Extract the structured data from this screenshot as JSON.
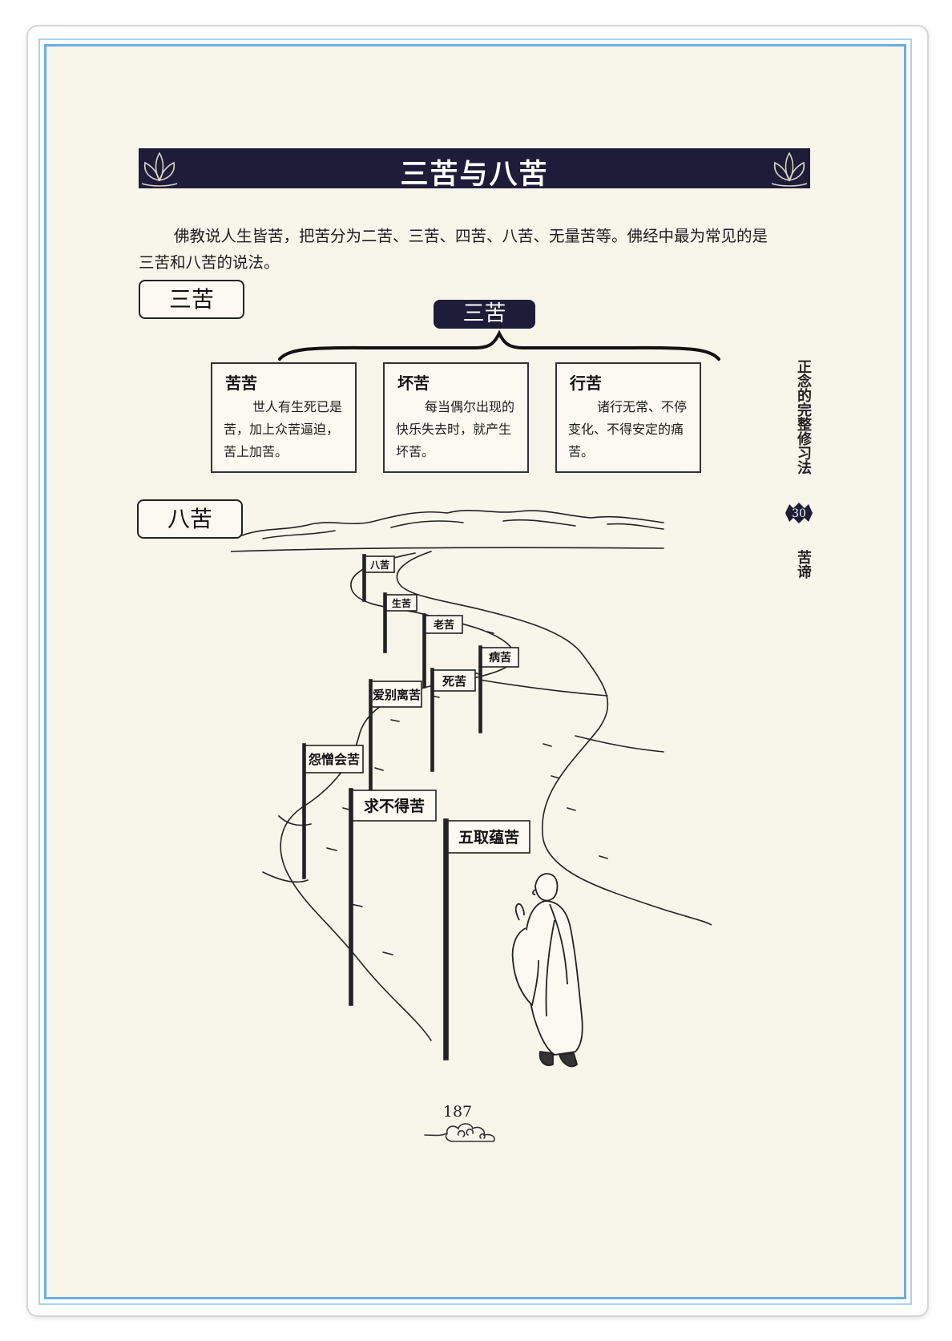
{
  "title": "三苦与八苦",
  "intro": "佛教说人生皆苦，把苦分为二苦、三苦、四苦、八苦、无量苦等。佛经中最为常见的是三苦和八苦的说法。",
  "sections": {
    "three": {
      "label": "三苦",
      "center_label": "三苦"
    },
    "eight": {
      "label": "八苦"
    }
  },
  "three_boxes": [
    {
      "title": "苦苦",
      "text": "世人有生死已是苦，加上众苦逼迫，苦上加苦。"
    },
    {
      "title": "坏苦",
      "text": "每当偶尔出现的快乐失去时，就产生坏苦。"
    },
    {
      "title": "行苦",
      "text": "诸行无常、不停变化、不得安定的痛苦。"
    }
  ],
  "signs": [
    "八苦",
    "生苦",
    "老苦",
    "病苦",
    "死苦",
    "爱别离苦",
    "怨憎会苦",
    "求不得苦",
    "五取蕴苦"
  ],
  "side": {
    "book_title": "正念的完整修习法",
    "chapter_number": "30",
    "chapter_title": "苦谛"
  },
  "page_number": "187",
  "colors": {
    "title_bar": "#1e1c38",
    "page_bg": "#f8f5ea",
    "frame": "#6aaee6"
  },
  "icons": [
    "lotus-ornament-icon",
    "cloud-ornament-icon",
    "chapter-badge-icon"
  ]
}
